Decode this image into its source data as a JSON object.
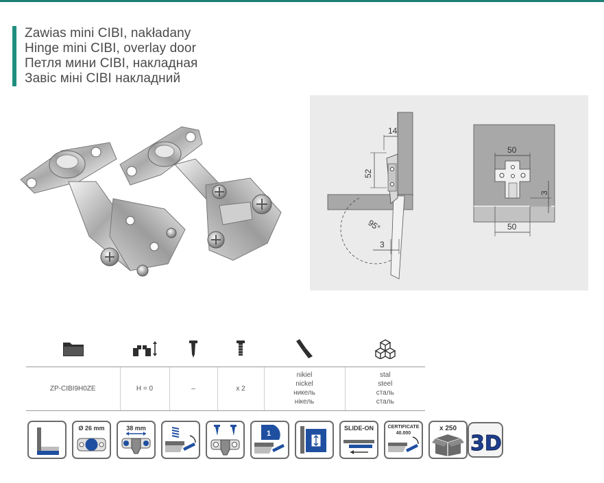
{
  "title": {
    "pl": "Zawias mini CIBI, nakładany",
    "en": "Hinge mini CIBI, overlay door",
    "ru": "Петля мини CIBI, накладная",
    "uk": "Завіс міні CIBI накладний"
  },
  "drawing": {
    "side": {
      "dim_14": "14",
      "dim_52": "52",
      "angle": "95°",
      "dim_3": "3"
    },
    "front": {
      "dim_top": "50",
      "dim_side": "3",
      "dim_bottom": "50"
    }
  },
  "table": {
    "icons": [
      "folder-icon",
      "height-adjust-icon",
      "wood-screw-icon",
      "euro-screw-icon",
      "brush-finish-icon",
      "material-cubes-icon"
    ],
    "code": "ZP-CIBI9H0ZE",
    "height": "H = 0",
    "wood_screw": "–",
    "euro_screw": "x 2",
    "finish": [
      "nikiel",
      "nickel",
      "никель",
      "нікель"
    ],
    "material": [
      "stal",
      "steel",
      "сталь",
      "сталь"
    ]
  },
  "features": {
    "cup_diameter": "Ø 26 mm",
    "distance": "38 mm",
    "badge_number": "1",
    "slide_on": "SLIDE-ON",
    "certificate": "CERTIFICATE",
    "certificate_count": "40.000",
    "quantity": "x 250",
    "three_d": "3D"
  },
  "colors": {
    "accent": "#1f8e7f",
    "icon_blue": "#1f4fa0",
    "panel_bg": "#ebebeb"
  }
}
